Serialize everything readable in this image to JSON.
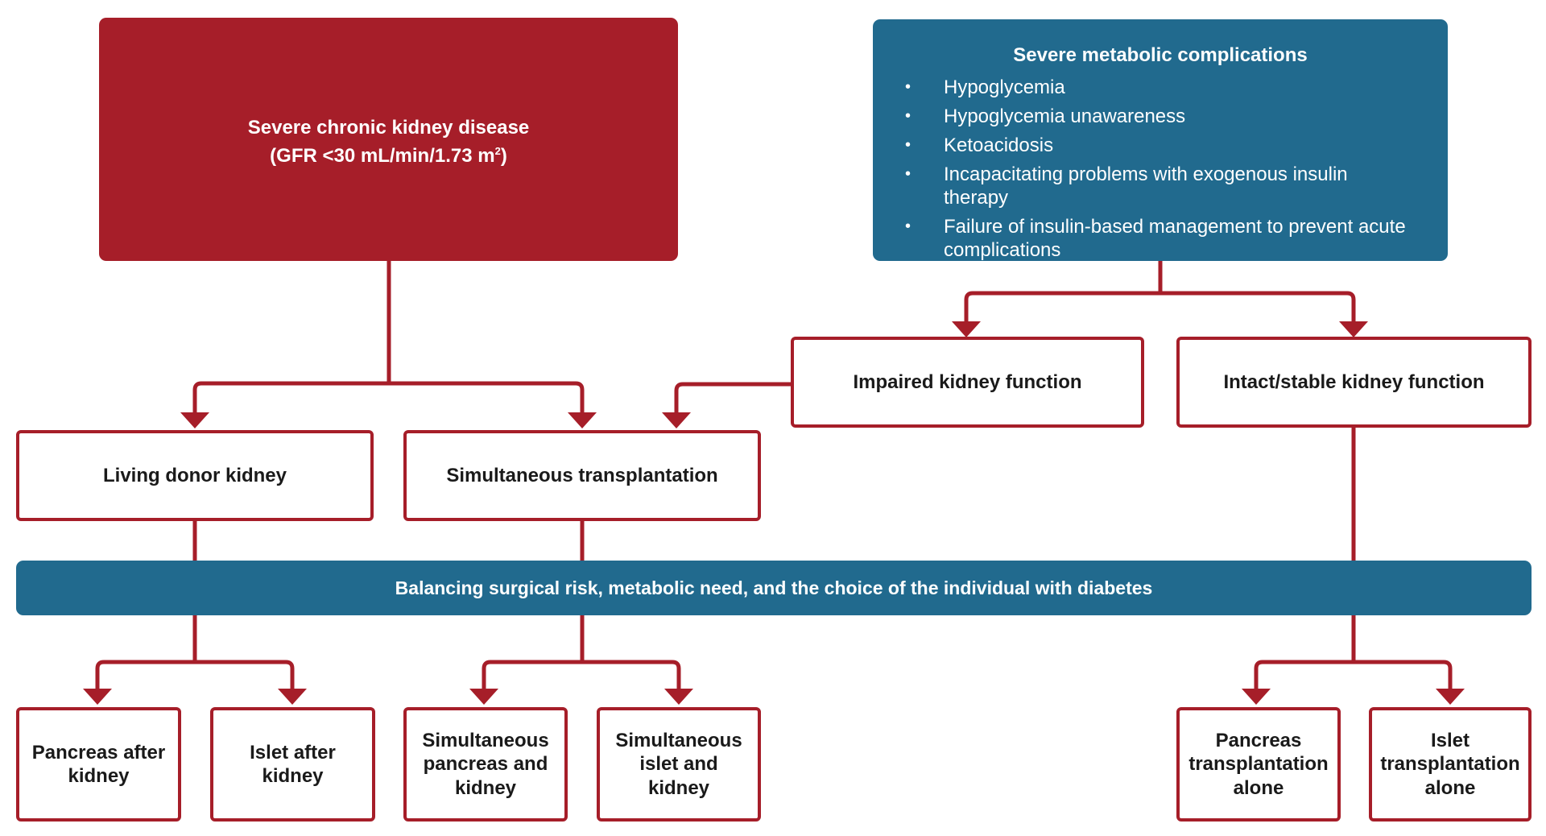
{
  "ckd": {
    "title": "Severe chronic kidney disease",
    "criterion_prefix": "(GFR <30 mL/min/1.73 m",
    "criterion_sup": "2",
    "criterion_suffix": ")"
  },
  "metabolic": {
    "title": "Severe metabolic complications",
    "items": [
      "Hypoglycemia",
      "Hypoglycemia unawareness",
      "Ketoacidosis",
      "Incapacitating problems with exogenous insulin therapy",
      "Failure of insulin-based management to prevent acute complications"
    ]
  },
  "kidney_function": {
    "impaired": "Impaired kidney function",
    "intact": "Intact/stable kidney function"
  },
  "pathways": {
    "living_donor": "Living donor kidney",
    "simultaneous": "Simultaneous transplantation"
  },
  "balance_bar": "Balancing surgical risk, metabolic need, and the choice of the individual with diabetes",
  "outcomes": {
    "pancreas_after_kidney": "Pancreas after kidney",
    "islet_after_kidney": "Islet after kidney",
    "sim_pancreas_kidney": "Simultaneous pancreas and kidney",
    "sim_islet_kidney": "Simultaneous islet and kidney",
    "pancreas_alone": "Pancreas transplantation alone",
    "islet_alone": "Islet transplantation alone"
  },
  "colors": {
    "red": "#a61e29",
    "blue": "#216a8e"
  }
}
